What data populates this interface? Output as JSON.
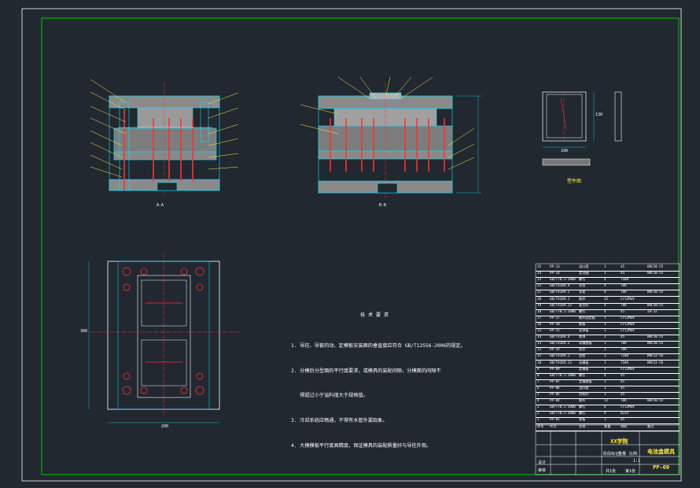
{
  "drawing": {
    "view_labels": {
      "section_a": "A-A",
      "section_b": "B-B"
    },
    "part_drawing_label": "塑件图",
    "plan_dimension_width": "200",
    "plan_dimension_height": "300",
    "part_dim_width": "100",
    "part_dim_height": "130"
  },
  "tech_requirements": {
    "title": "技 术 要 求",
    "lines": [
      "1. 导柱、导套的动、定模板安装面的垂直度应符合 GB/T12556-2006的规定。",
      "2. 分模后分型面的平行度要求，或模具的装配间隙，分模面的间隙不",
      "   得超过小于溢料值大于规格值。",
      "3. 冷却系统应畅通，不得有水管外漏现象。",
      "4. 大模模板平行度高精度，保证模具的装配质量好与导柱外观。"
    ]
  },
  "bom": {
    "rows": [
      [
        "25",
        "PP-13",
        "浇口套",
        "1",
        "45",
        "HRC50-55"
      ],
      [
        "24",
        "PP-24",
        "定位圈",
        "1",
        "45",
        "HRC50-55"
      ],
      [
        "23",
        "GB/T70.1-2000",
        "螺钉",
        "4",
        "T10A",
        ""
      ],
      [
        "22",
        "GB/T4169.4",
        "导柱",
        "4",
        "T8A",
        ""
      ],
      [
        "21",
        "GB/T4169.2",
        "导套",
        "4",
        "T8A",
        "HRC50-55"
      ],
      [
        "20",
        "GB/T4169.1",
        "推杆",
        "12",
        "Cr12MoV",
        ""
      ],
      [
        "19",
        "GB/T4169.13",
        "复位杆",
        "4",
        "T8A",
        "HRC50-55"
      ],
      [
        "18",
        "GB/T70.1-2000",
        "螺钉",
        "4",
        "45",
        "28-32"
      ],
      [
        "17",
        "PP-17",
        "推杆固定板",
        "1",
        "Cr12MoV",
        ""
      ],
      [
        "16",
        "PP-18",
        "推板",
        "1",
        "Cr12MoV",
        ""
      ],
      [
        "15",
        "PP-15",
        "支承板",
        "1",
        "Cr12MoV",
        ""
      ],
      [
        "14",
        "GB/T4169.4",
        "垫块",
        "2",
        "45",
        "HRC50-55"
      ],
      [
        "13",
        "GB/T4169.2",
        "动模座板",
        "1",
        "T8A",
        "HRC50-55"
      ],
      [
        "12",
        "PP-14",
        "型芯",
        "1",
        "T8A",
        ""
      ],
      [
        "11",
        "GB/T4169.1",
        "型腔",
        "1",
        "T10A",
        "HRC52-56"
      ],
      [
        "10",
        "GB/T4169.13",
        "动模板",
        "1",
        "T10A",
        "HRC52-56"
      ],
      [
        "9",
        "PP-09",
        "定模板",
        "1",
        "Cr12MoV",
        ""
      ],
      [
        "8",
        "GB/T70.1-2000",
        "螺钉",
        "4",
        "45",
        ""
      ],
      [
        "7",
        "PP-07",
        "定模座板",
        "1",
        "45",
        ""
      ],
      [
        "6",
        "PP-06",
        "浇口套",
        "1",
        "45",
        ""
      ],
      [
        "5",
        "PP-05",
        "拉料杆",
        "1",
        "45",
        ""
      ],
      [
        "4",
        "PP-04",
        "推杆",
        "12",
        "T8A",
        "HRC50-55"
      ],
      [
        "3",
        "GB/T70.1-2000",
        "螺钉",
        "6",
        "Cr12MoV",
        ""
      ],
      [
        "2",
        "GB/T70.1-2000",
        "螺钉",
        "4",
        "Q235",
        ""
      ],
      [
        "1",
        "PP-01",
        "垫板",
        "1",
        "45",
        ""
      ]
    ],
    "header": [
      "序号",
      "代号",
      "名称",
      "数量",
      "材料",
      "备注"
    ]
  },
  "title_block": {
    "school": "XX学院",
    "title": "电池盒模具",
    "drawing_no": "PP-00",
    "scale": "1:1",
    "sheet": "共1张",
    "sheet_no": "第1张",
    "designer": "设计",
    "checker": "审核",
    "stage": "阶段标记",
    "weight": "重量",
    "ratio": "比例"
  },
  "colors": {
    "background": "#212830",
    "border_green": "#00c800",
    "frame_white": "#ffffff",
    "part_cyan": "#00e5ff",
    "hatch_red": "#ff3030",
    "leader_yellow": "#ffeb3b",
    "section_grey": "#c8c8c8"
  }
}
